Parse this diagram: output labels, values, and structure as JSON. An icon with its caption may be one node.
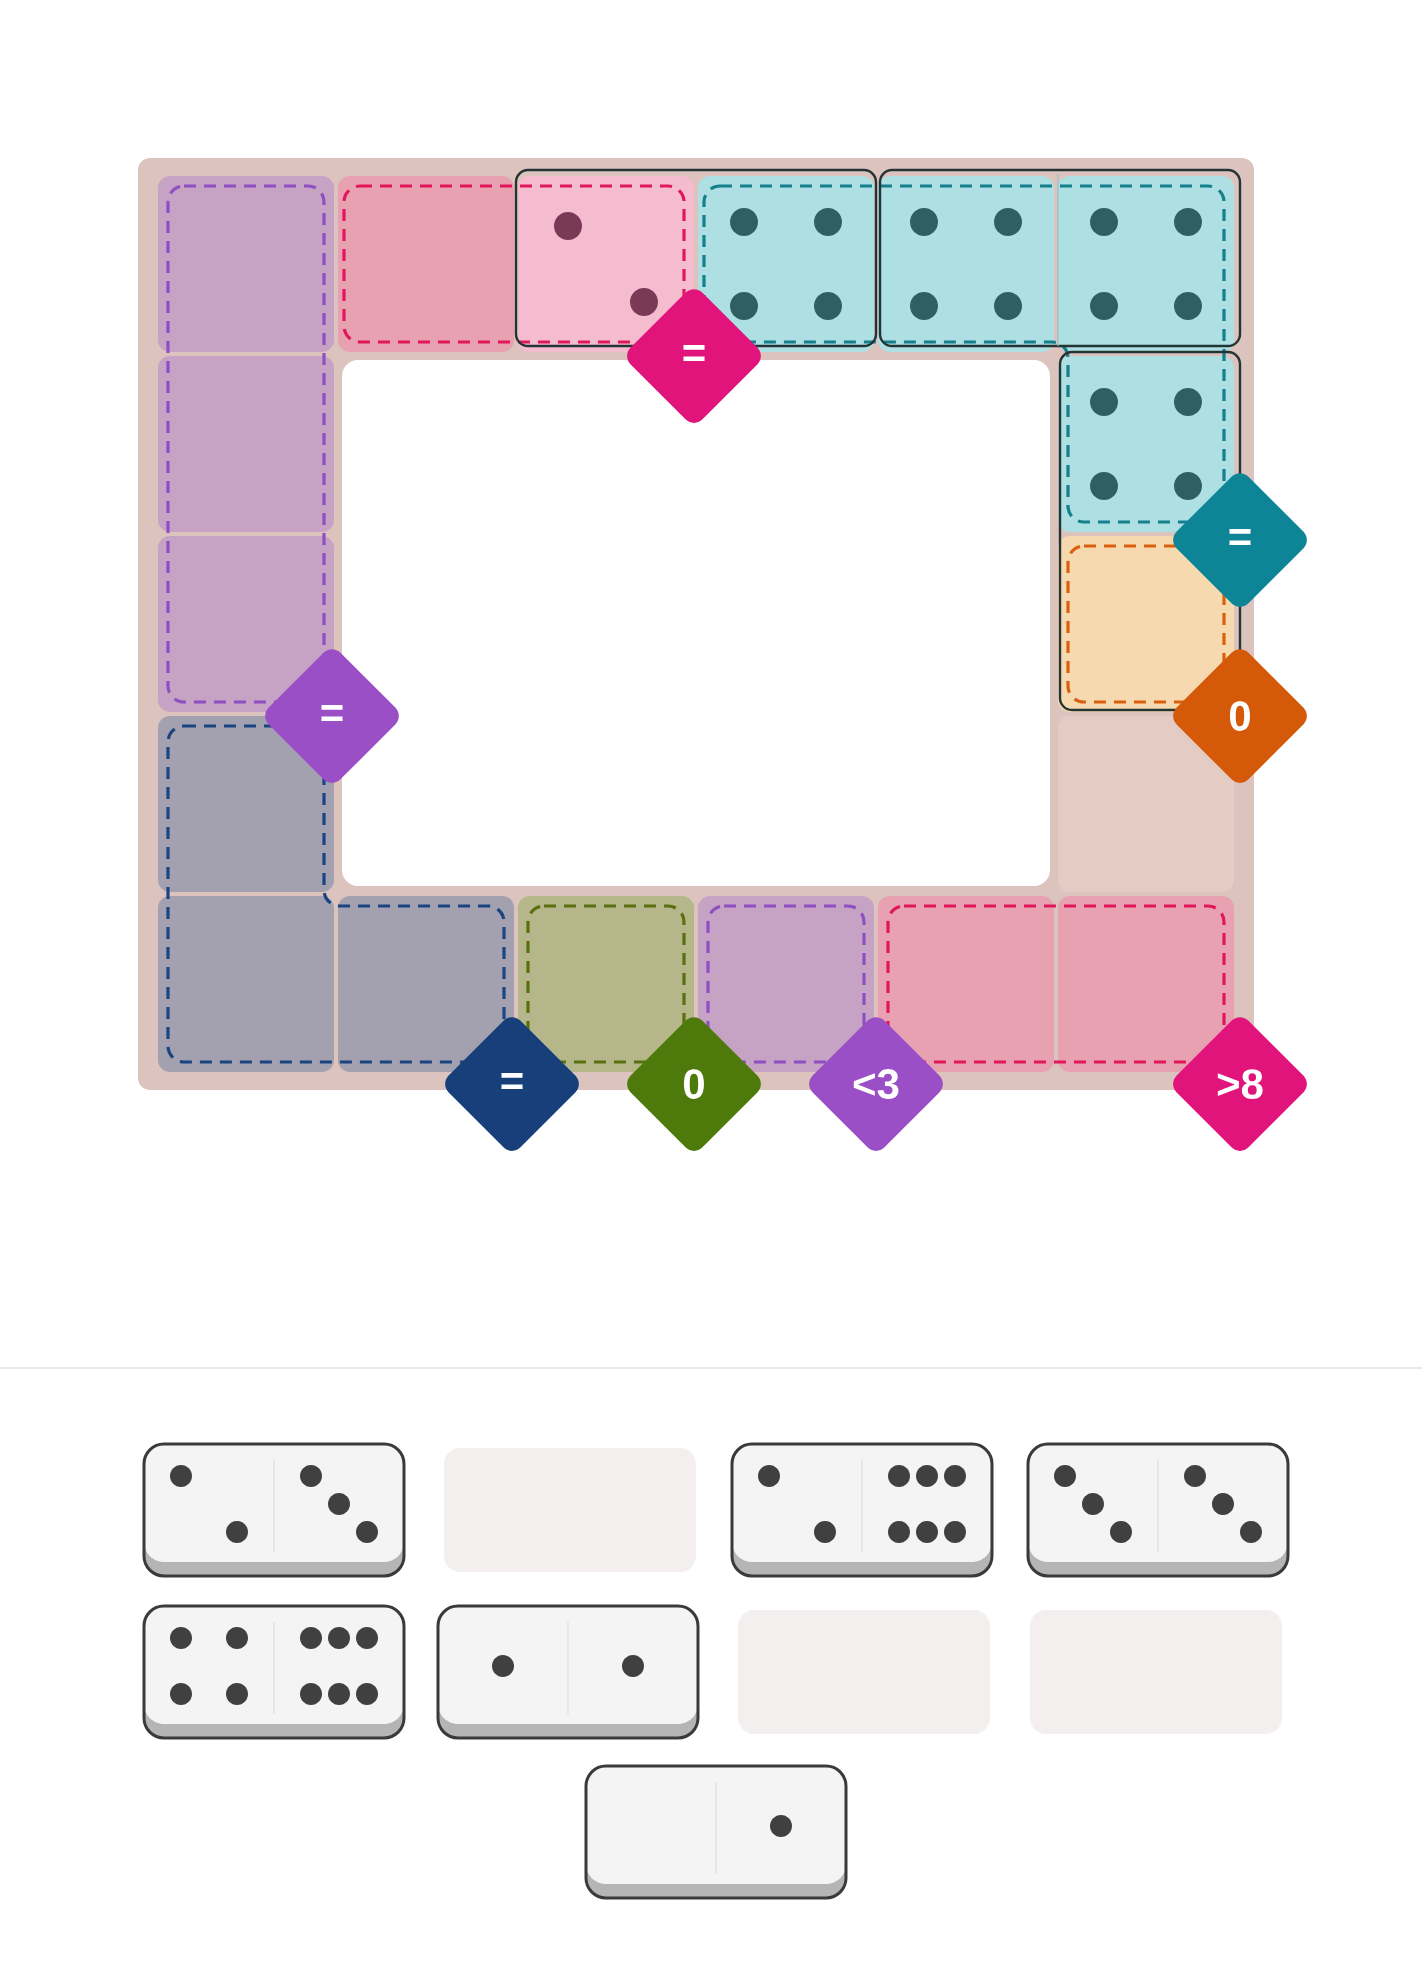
{
  "diagram": {
    "nodes": [
      {
        "text": [
          "="
        ]
      },
      {
        "text": [
          "="
        ]
      },
      {
        "text": [
          "="
        ]
      },
      {
        "text": [
          "0"
        ]
      },
      {
        "text": [
          "="
        ]
      },
      {
        "text": [
          "0"
        ]
      },
      {
        "text": [
          "<3"
        ]
      },
      {
        "text": [
          ">8"
        ]
      }
    ]
  }
}
